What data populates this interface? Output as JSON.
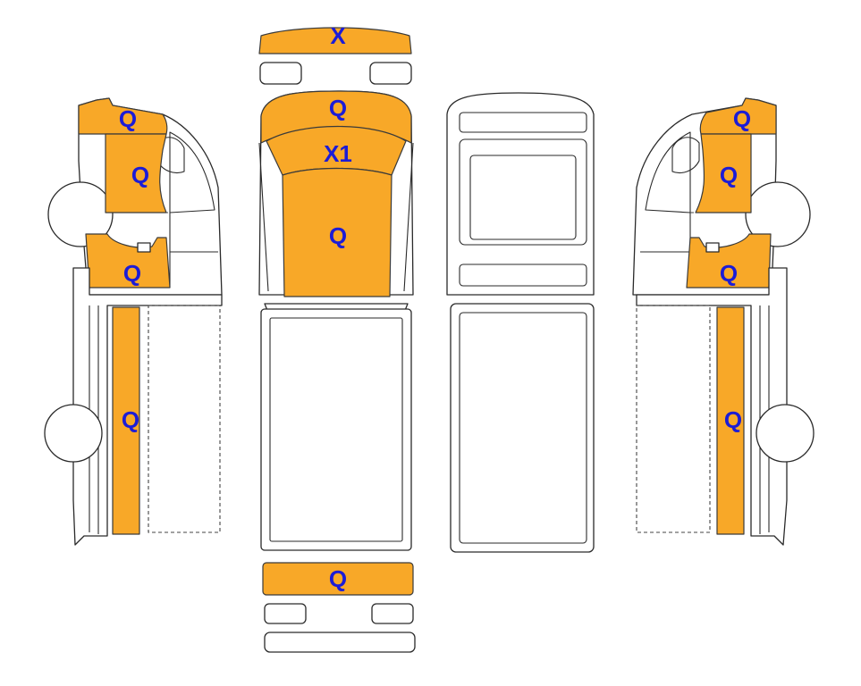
{
  "colors": {
    "damage_fill": "#F8A828",
    "label": "#1C1CD6",
    "outline": "#2A2A2A"
  },
  "views": {
    "left_side": {
      "cab_roof": "Q",
      "door": "Q",
      "sill": "Q",
      "cargo_side": "Q"
    },
    "top": {
      "front_bumper": "X",
      "hood": "Q",
      "windshield": "X1",
      "roof": "Q",
      "rear_bumper": "Q"
    },
    "right_side": {
      "cab_roof": "Q",
      "door": "Q",
      "sill": "Q",
      "cargo_side": "Q"
    }
  }
}
